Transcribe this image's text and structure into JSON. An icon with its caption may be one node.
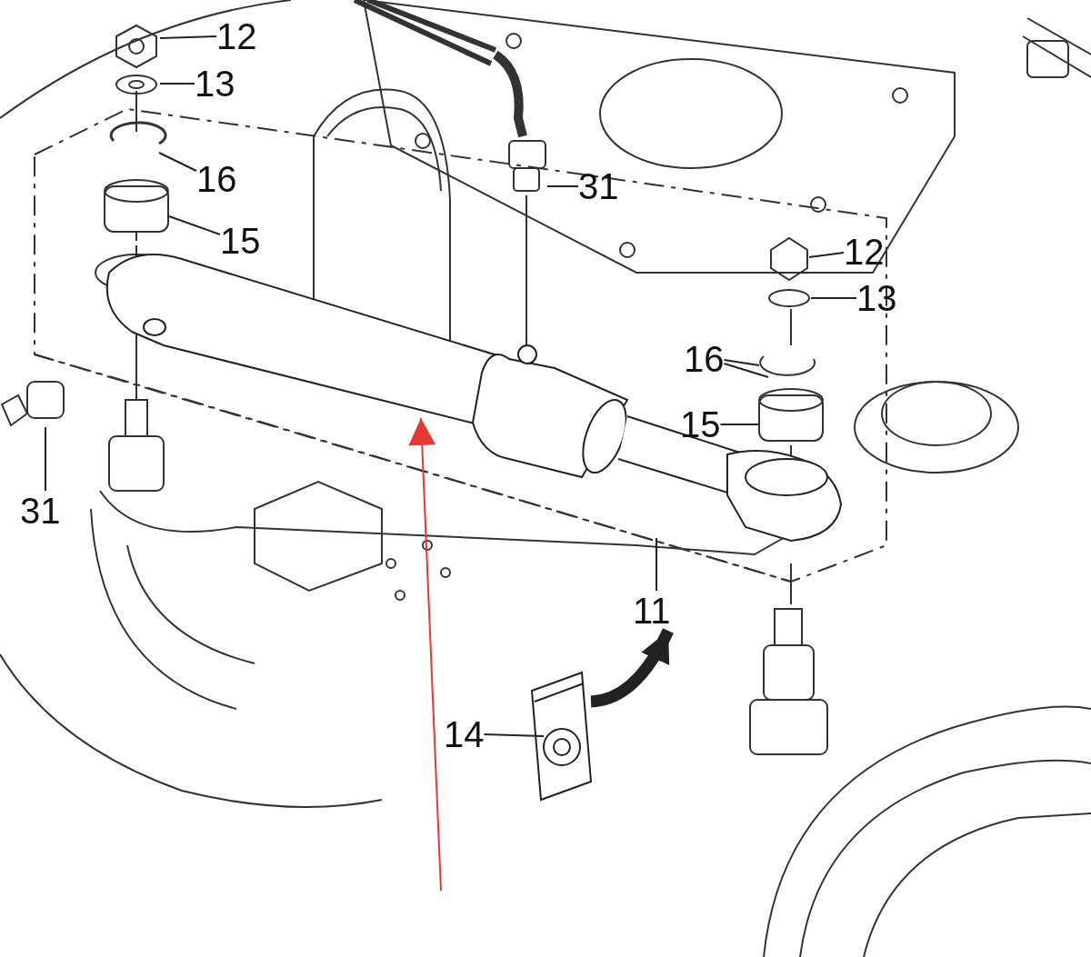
{
  "diagram": {
    "nodes": [
      {
        "text": [
          "12"
        ]
      },
      {
        "text": [
          "13"
        ]
      },
      {
        "text": [
          "16"
        ]
      },
      {
        "text": [
          "15"
        ]
      },
      {
        "text": [
          "31"
        ]
      },
      {
        "text": [
          "12"
        ]
      },
      {
        "text": [
          "13"
        ]
      },
      {
        "text": [
          "16"
        ]
      },
      {
        "text": [
          "15"
        ]
      },
      {
        "text": [
          "31"
        ]
      },
      {
        "text": [
          "11"
        ]
      },
      {
        "text": [
          "14"
        ]
      },
      {
        "text": [],
        "shape": "picture"
      },
      {
        "text": [],
        "shape": "picture"
      }
    ],
    "edges": [
      {
        "from": 0,
        "to": null,
        "arrow": "none"
      },
      {
        "from": 1,
        "to": null,
        "arrow": "none"
      },
      {
        "from": 2,
        "to": null,
        "arrow": "none"
      },
      {
        "from": 3,
        "to": null,
        "arrow": "none"
      },
      {
        "from": 4,
        "to": null,
        "arrow": "none"
      },
      {
        "from": 5,
        "to": null,
        "arrow": "none"
      },
      {
        "from": 6,
        "to": null,
        "arrow": "none"
      },
      {
        "from": 7,
        "to": null,
        "arrow": "none"
      },
      {
        "from": 7,
        "to": null,
        "arrow": "none"
      },
      {
        "from": 8,
        "to": null,
        "arrow": "none"
      },
      {
        "from": 9,
        "to": null,
        "arrow": "none"
      },
      {
        "from": 10,
        "to": null,
        "arrow": "none"
      },
      {
        "from": 11,
        "to": 13,
        "arrow": "none"
      },
      {
        "from": 13,
        "to": 10,
        "arrow": "to",
        "style": "thick"
      },
      {
        "from": null,
        "to": 12,
        "arrow": "to",
        "color": "#e53935"
      }
    ]
  }
}
